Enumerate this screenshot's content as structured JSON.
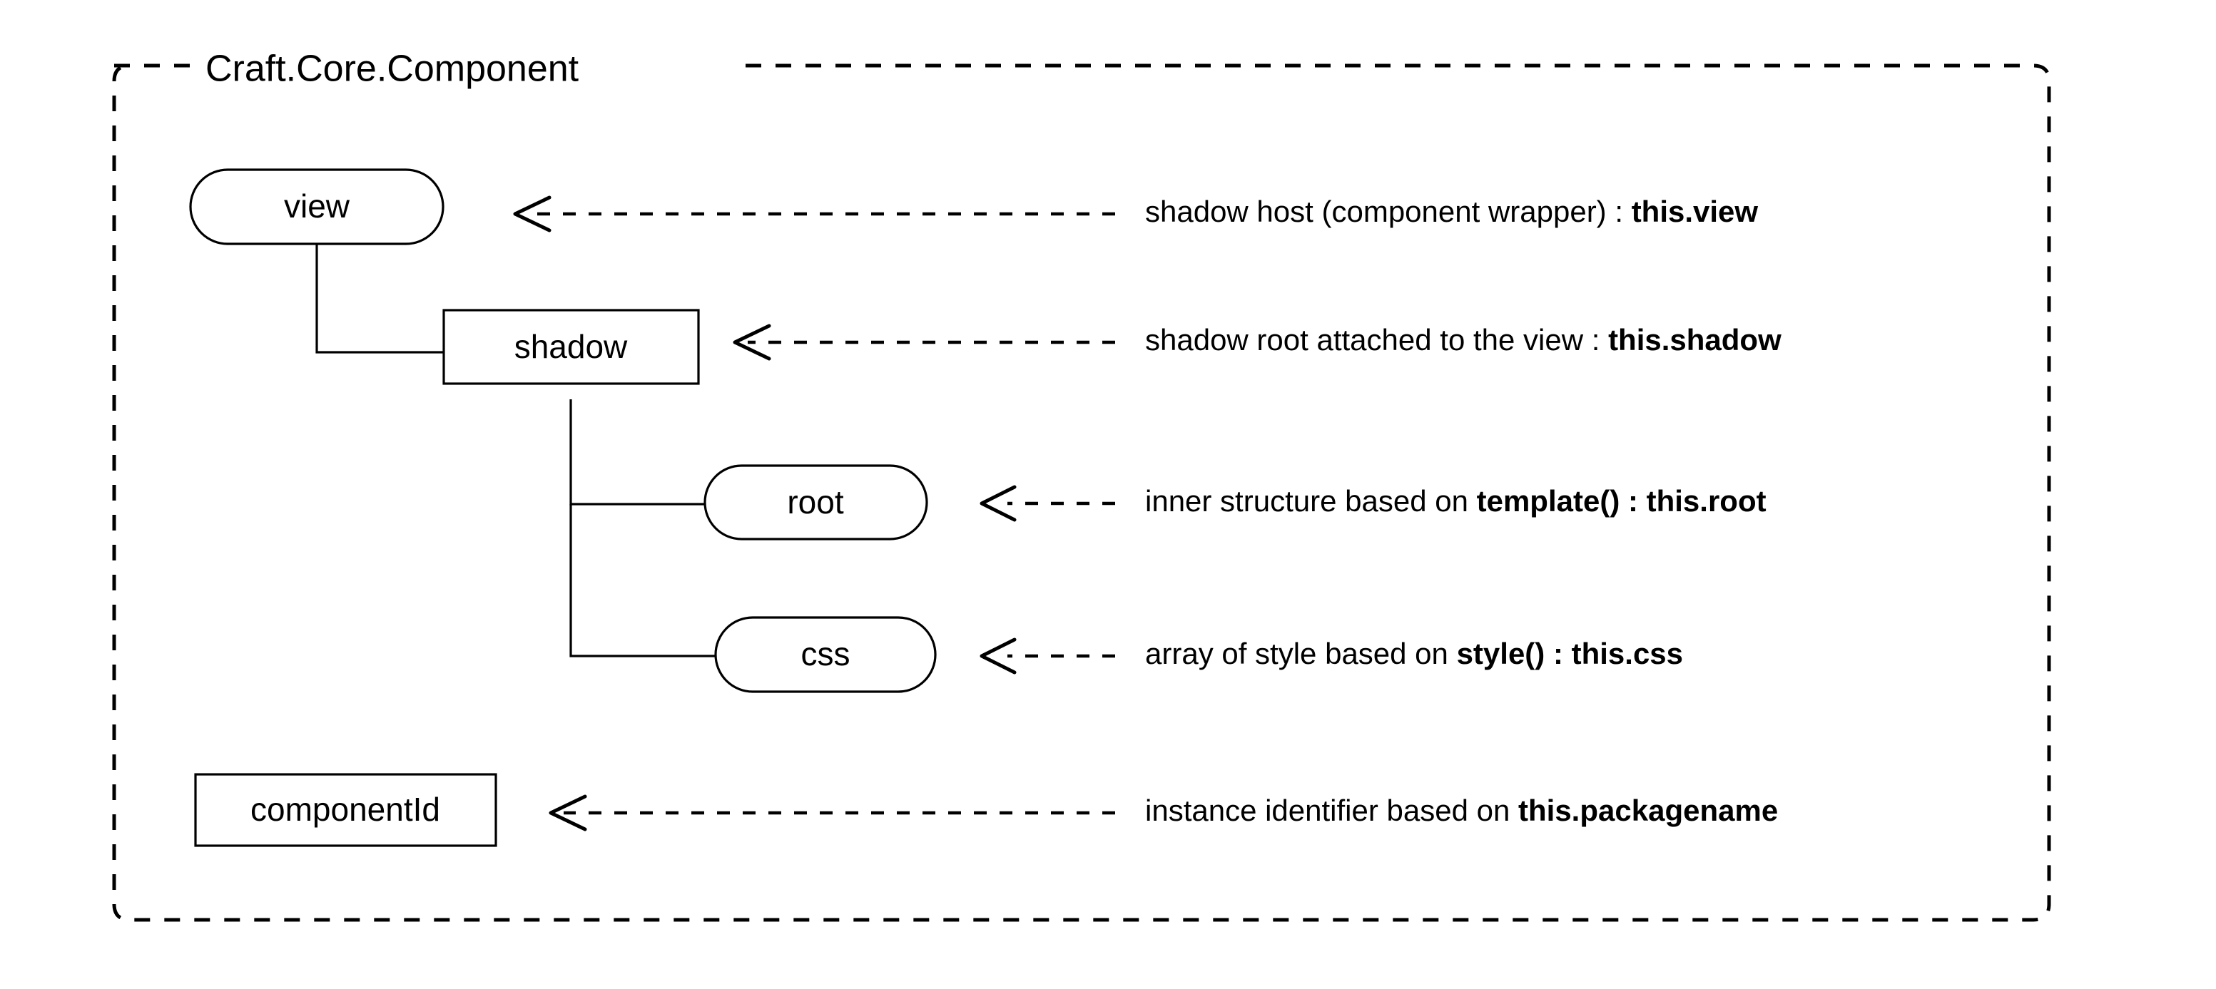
{
  "diagram": {
    "title": "Craft.Core.Component",
    "background_color": "#ffffff",
    "line_color": "#000000",
    "nodes": [
      {
        "id": "view",
        "label": "view",
        "shape": "stadium"
      },
      {
        "id": "shadow",
        "label": "shadow",
        "shape": "rectangle"
      },
      {
        "id": "root",
        "label": "root",
        "shape": "stadium"
      },
      {
        "id": "css",
        "label": "css",
        "shape": "stadium"
      },
      {
        "id": "componentId",
        "label": "componentId",
        "shape": "rectangle"
      }
    ],
    "annotations": [
      {
        "id": "anno-view",
        "target": "view",
        "plain": "shadow host (component wrapper) : ",
        "bold": "this.view"
      },
      {
        "id": "anno-shadow",
        "target": "shadow",
        "plain": "shadow root attached to the view : ",
        "bold": "this.shadow"
      },
      {
        "id": "anno-root",
        "target": "root",
        "plain": "inner structure based on ",
        "bold": "template() : this.root"
      },
      {
        "id": "anno-css",
        "target": "css",
        "plain": "array of style based on ",
        "bold": "style() : this.css"
      },
      {
        "id": "anno-componentid",
        "target": "componentId",
        "plain": "instance identifier based on ",
        "bold": "this.packagename"
      }
    ],
    "edges": [
      {
        "from": "view",
        "to": "shadow"
      },
      {
        "from": "shadow",
        "to": "root"
      },
      {
        "from": "shadow",
        "to": "css"
      }
    ]
  }
}
